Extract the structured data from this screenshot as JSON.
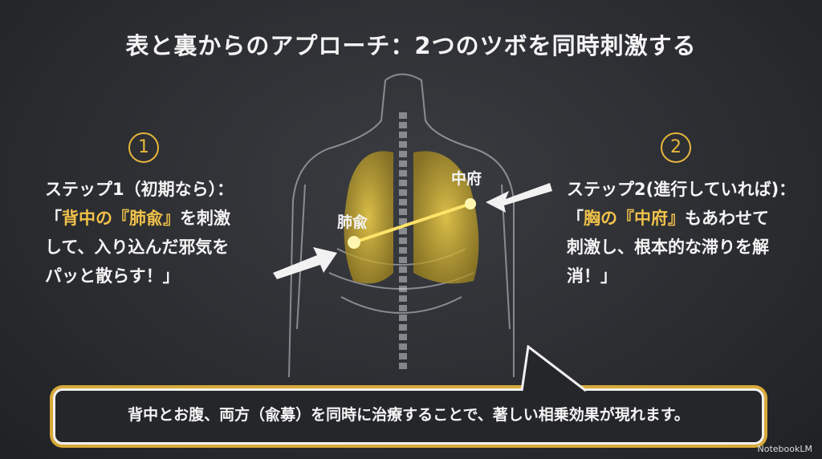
{
  "title": "表と裏からのアプローチ：2つのツボを同時刺激する",
  "step1": {
    "number": "1",
    "line1": "ステップ1（初期なら）：",
    "open_quote": "「",
    "highlight": "背中の『肺兪』",
    "line2_rest": "を刺激",
    "line3": "して、入り込んだ邪気を",
    "line4": "パッと散らす！」"
  },
  "step2": {
    "number": "2",
    "line1": "ステップ2(進行していれば)：",
    "open_quote": "「",
    "highlight": "胸の『中府』",
    "line2_rest": "もあわせて",
    "line3": "刺激し、根本的な滞りを解",
    "line4": "消！」"
  },
  "points": {
    "back": "肺兪",
    "front": "中府"
  },
  "caption": "背中とお腹、両方（兪募）を同時に治療することで、著しい相乗効果が現れます。",
  "watermark": "NotebookLM",
  "colors": {
    "accent": "#f1c24a",
    "board": "#2b2d31"
  }
}
